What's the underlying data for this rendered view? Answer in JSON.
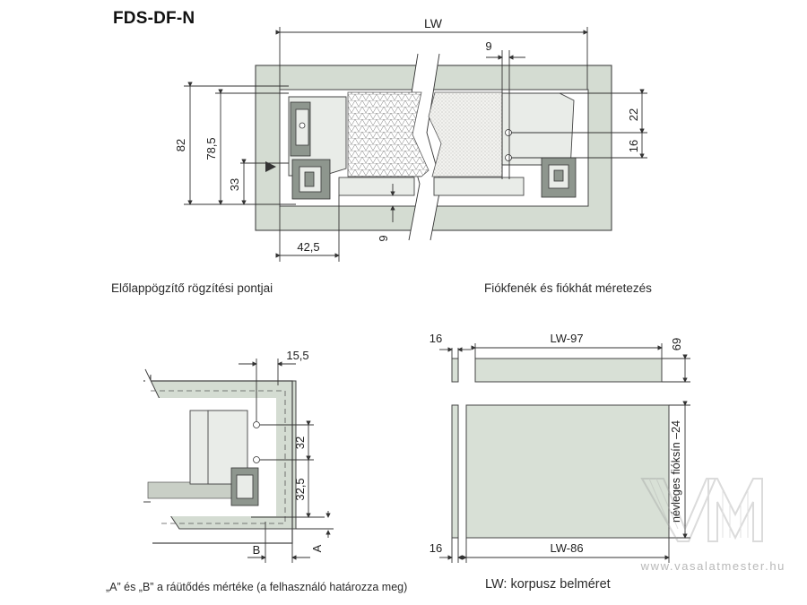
{
  "title": "FDS-DF-N",
  "top_drawing": {
    "dims": {
      "lw": "LW",
      "d9_top": "9",
      "d22": "22",
      "d16": "16",
      "d82": "82",
      "d78_5": "78,5",
      "d33": "33",
      "d42_5": "42,5",
      "d9_bottom": "9"
    }
  },
  "captions": {
    "front_fixing": "Előlapрögzítő rögzítési pontjai",
    "bottom_back_sizing": "Fiókfenék és fiókhát méretezés",
    "note_ab": "„A” és „B” a ráütődés mértéke (a felhasználó határozza meg)",
    "lw_def": "LW: korpusz belméret"
  },
  "side_drawing": {
    "dims": {
      "d15_5": "15,5",
      "d32": "32",
      "d32_5": "32,5",
      "B": "B",
      "A": "A"
    }
  },
  "cut_drawing": {
    "dims": {
      "d16_top": "16",
      "lw97": "LW-97",
      "d69": "69",
      "slide": "névleges fióksín –24",
      "d16_bottom": "16",
      "lw86": "LW-86"
    }
  },
  "watermark": {
    "url": "www.vasalatmester.hu"
  },
  "colors": {
    "panel": "#d4dcd2",
    "line": "#333333"
  }
}
